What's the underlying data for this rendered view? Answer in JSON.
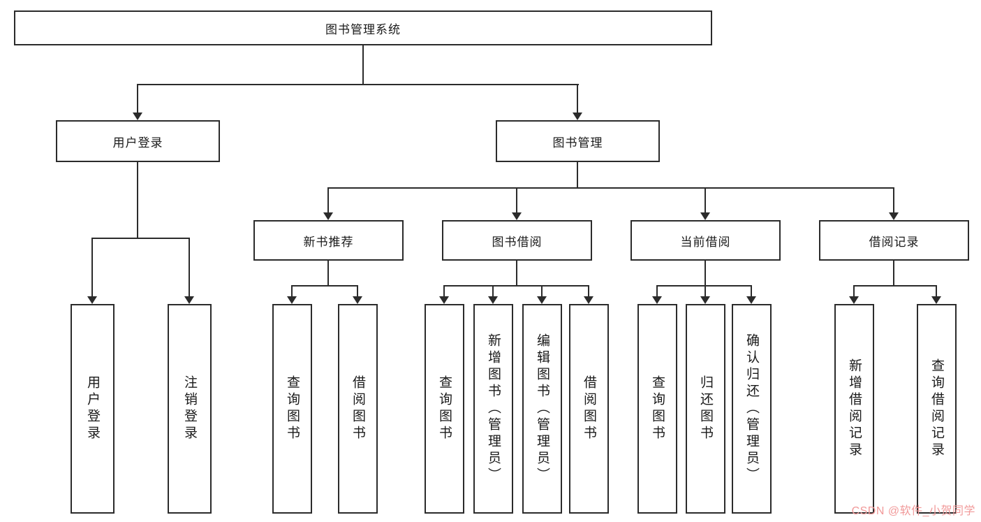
{
  "colors": {
    "line": "#2b2b2b",
    "watermark": "#f19999",
    "background": "#ffffff"
  },
  "watermark": {
    "text": "CSDN @软件_小贺同学"
  },
  "tree": {
    "root": {
      "label": "图书管理系统"
    },
    "login": {
      "label": "用户登录",
      "children": [
        {
          "label": "用户登录"
        },
        {
          "label": "注销登录"
        }
      ]
    },
    "manage": {
      "label": "图书管理"
    },
    "newbook": {
      "label": "新书推荐",
      "children": [
        {
          "label": "查询图书"
        },
        {
          "label": "借阅图书"
        }
      ]
    },
    "borrow": {
      "label": "图书借阅",
      "children": [
        {
          "label": "查询图书"
        },
        {
          "label": "新增图书（管理员）"
        },
        {
          "label": "编辑图书（管理员）"
        },
        {
          "label": "借阅图书"
        }
      ]
    },
    "current": {
      "label": "当前借阅",
      "children": [
        {
          "label": "查询图书"
        },
        {
          "label": "归还图书"
        },
        {
          "label": "确认归还（管理员）"
        }
      ]
    },
    "records": {
      "label": "借阅记录",
      "children": [
        {
          "label": "新增借阅记录"
        },
        {
          "label": "查询借阅记录"
        }
      ]
    }
  }
}
